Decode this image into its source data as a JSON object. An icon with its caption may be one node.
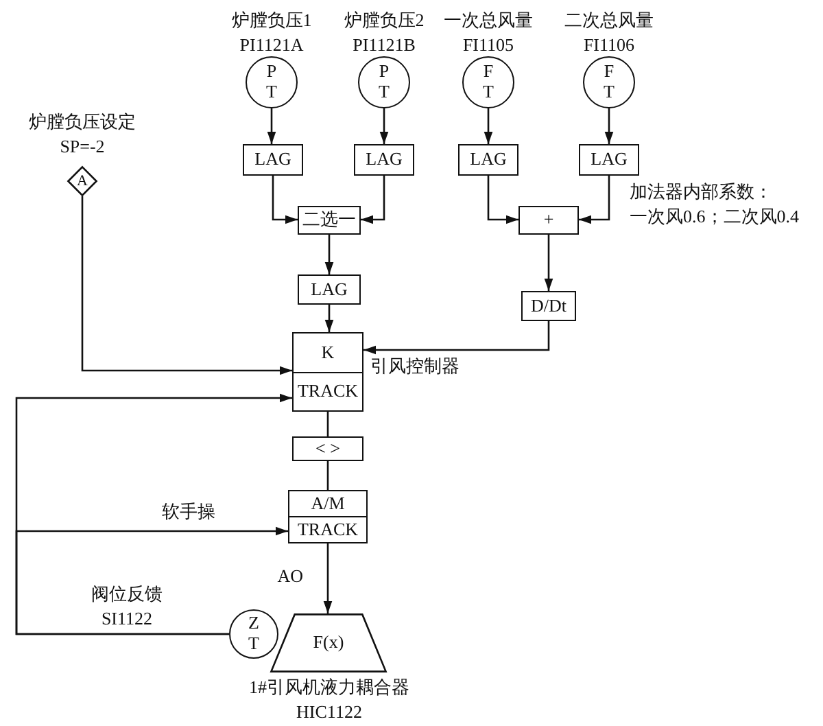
{
  "diagram": {
    "nodes": [
      {
        "text": [
          "P",
          "T"
        ],
        "beside": [
          "炉膛负压1",
          "PI1121A"
        ]
      },
      {
        "text": [
          "P",
          "T"
        ],
        "beside": [
          "炉膛负压2",
          "PI1121B"
        ]
      },
      {
        "text": [
          "F",
          "T"
        ],
        "beside": [
          "一次总风量",
          "FI1105"
        ]
      },
      {
        "text": [
          "F",
          "T"
        ],
        "beside": [
          "二次总风量",
          "FI1106"
        ]
      },
      {
        "text": [
          "A"
        ],
        "beside": [
          "炉膛负压设定",
          "SP=-2"
        ]
      },
      {
        "text": [
          "LAG"
        ]
      },
      {
        "text": [
          "LAG"
        ]
      },
      {
        "text": [
          "LAG"
        ]
      },
      {
        "text": [
          "LAG"
        ]
      },
      {
        "text": [
          "二选一"
        ]
      },
      {
        "text": [
          "+"
        ]
      },
      {
        "text": [
          "LAG"
        ]
      },
      {
        "text": [
          "D/Dt"
        ]
      },
      {
        "text": [
          "K",
          "TRACK"
        ],
        "beside": [
          "引风控制器"
        ]
      },
      {
        "text": [
          "< >"
        ]
      },
      {
        "text": [
          "A/M",
          "TRACK"
        ]
      },
      {
        "text": [
          "Z",
          "T"
        ],
        "beside": [
          "阀位反馈",
          "SI1122"
        ]
      },
      {
        "text": [
          "F(x)"
        ],
        "beside": [
          "1#引风机液力耦合器",
          "HIC1122"
        ]
      }
    ],
    "edges": [
      {
        "from": 0,
        "to": 5,
        "arrow": "to"
      },
      {
        "from": 1,
        "to": 6,
        "arrow": "to"
      },
      {
        "from": 2,
        "to": 7,
        "arrow": "to"
      },
      {
        "from": 3,
        "to": 8,
        "arrow": "to"
      },
      {
        "from": 5,
        "to": 9,
        "arrow": "to"
      },
      {
        "from": 6,
        "to": 9,
        "arrow": "to"
      },
      {
        "from": 7,
        "to": 10,
        "arrow": "to"
      },
      {
        "from": 8,
        "to": 10,
        "arrow": "to"
      },
      {
        "from": 9,
        "to": 11,
        "arrow": "to"
      },
      {
        "from": 10,
        "to": 12,
        "arrow": "to"
      },
      {
        "from": 11,
        "to": 13,
        "arrow": "to"
      },
      {
        "from": 12,
        "to": 13,
        "arrow": "to"
      },
      {
        "from": 4,
        "to": 13,
        "arrow": "to"
      },
      {
        "from": 13,
        "to": 14,
        "arrow": "none"
      },
      {
        "from": 14,
        "to": 15,
        "arrow": "none"
      },
      {
        "from": 15,
        "to": 17,
        "label": "AO",
        "arrow": "to"
      },
      {
        "from": 16,
        "to": 15,
        "label": "软手操",
        "arrow": "to"
      },
      {
        "from": 16,
        "to": 13,
        "arrow": "to"
      }
    ],
    "labels": [
      "加法器内部系数：",
      "一次风0.6；二次风0.4"
    ]
  }
}
